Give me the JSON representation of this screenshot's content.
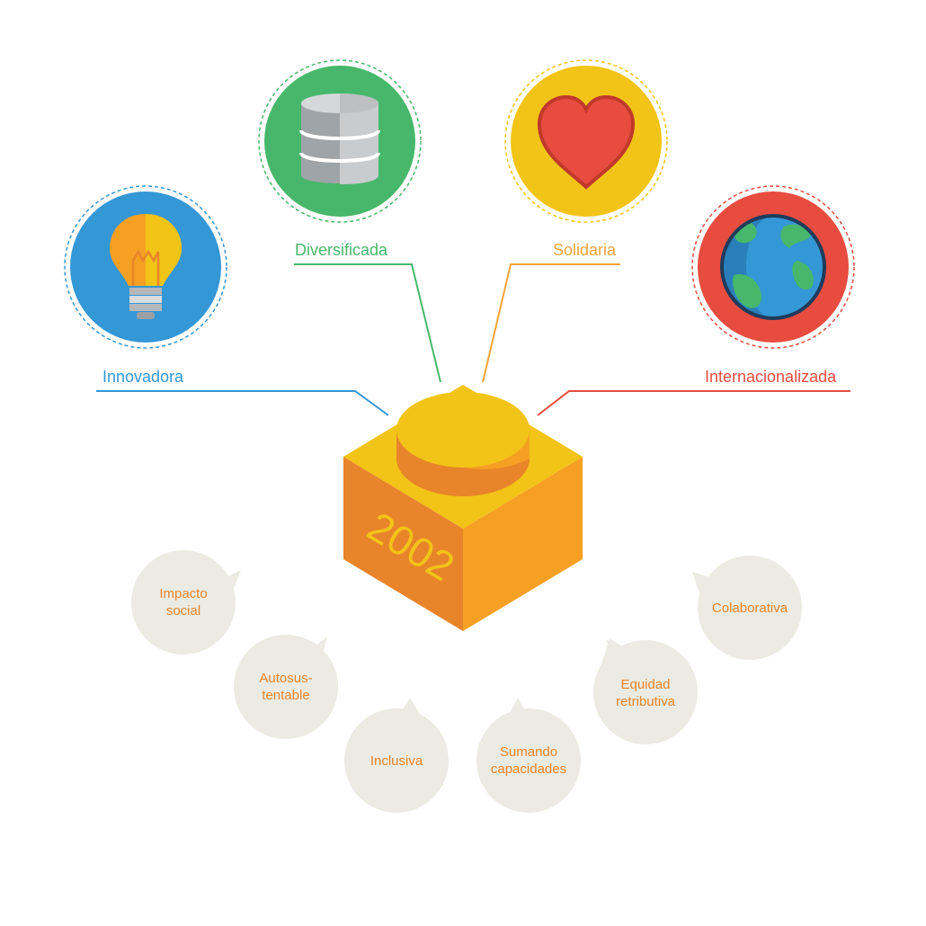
{
  "brick": {
    "year": "2002"
  },
  "top_values": [
    {
      "label": "Innovadora",
      "color": "#3497d6",
      "icon": "lightbulb-icon"
    },
    {
      "label": "Diversificada",
      "color": "#47b86b",
      "icon": "database-icon"
    },
    {
      "label": "Solidaria",
      "color": "#f2c417",
      "icon": "heart-icon"
    },
    {
      "label": "Internacionalizada",
      "color": "#e74c3f",
      "icon": "globe-icon"
    }
  ],
  "bubbles": [
    {
      "lines": [
        "Impacto",
        "social"
      ]
    },
    {
      "lines": [
        "Autosus-",
        "tentable"
      ]
    },
    {
      "lines": [
        "Inclusiva"
      ]
    },
    {
      "lines": [
        "Sumando",
        "capacidades"
      ]
    },
    {
      "lines": [
        "Equidad",
        "retributiva"
      ]
    },
    {
      "lines": [
        "Colaborativa"
      ]
    }
  ],
  "colors": {
    "bubble_fill": "#ebebe3",
    "bubble_text": "#e8842a",
    "brick_top": "#f2c417",
    "brick_left": "#e8842a",
    "brick_right": "#f5a023"
  }
}
